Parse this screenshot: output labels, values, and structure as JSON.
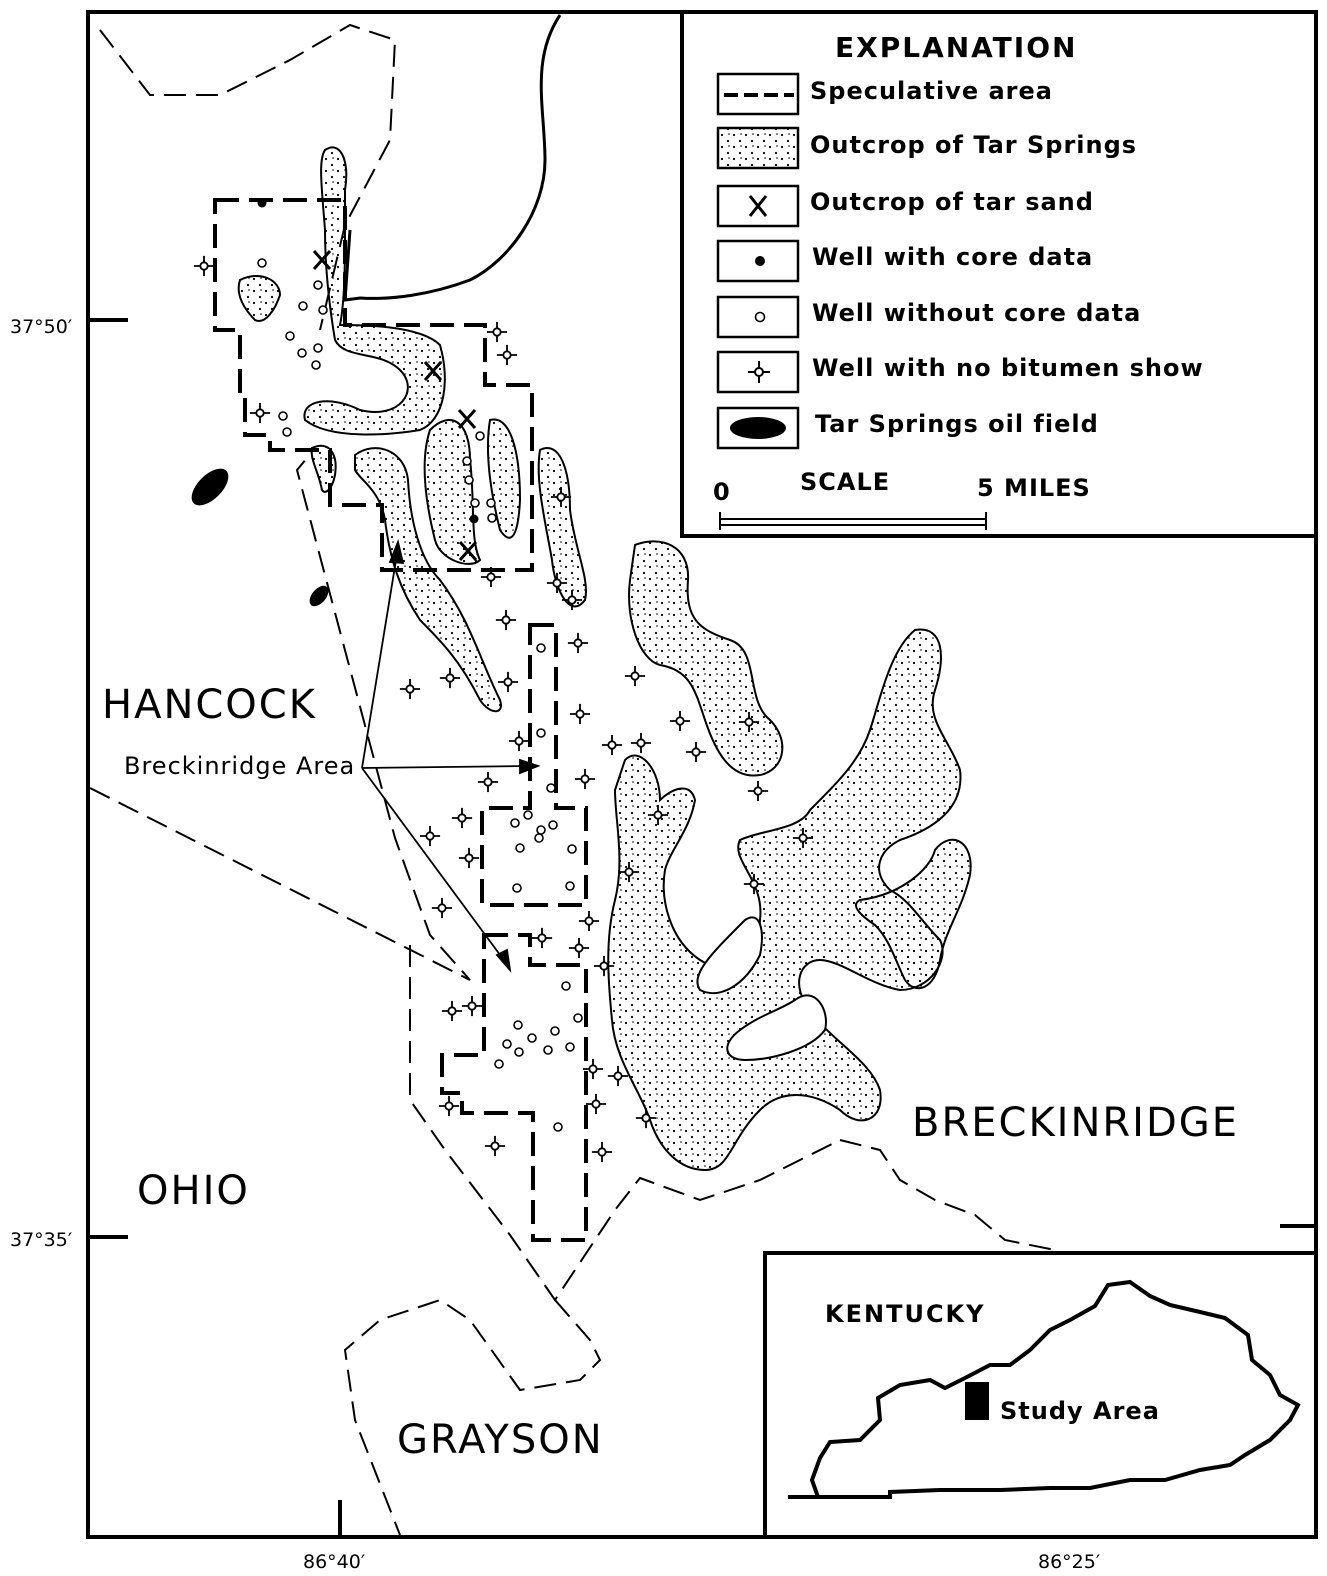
{
  "legend": {
    "title": "EXPLANATION",
    "items": [
      {
        "label": "Speculative area",
        "symbol": "dashed-line-icon"
      },
      {
        "label": "Outcrop of Tar Springs",
        "symbol": "stipple-pattern-icon"
      },
      {
        "label": "Outcrop of tar sand",
        "symbol": "x-mark-icon"
      },
      {
        "label": "Well with core data",
        "symbol": "filled-dot-icon"
      },
      {
        "label": "Well without core data",
        "symbol": "open-circle-icon"
      },
      {
        "label": "Well with no bitumen show",
        "symbol": "dry-well-icon"
      },
      {
        "label": "Tar Springs oil field",
        "symbol": "filled-ellipse-icon"
      }
    ],
    "scale": {
      "title": "SCALE",
      "start": "0",
      "end": "5 MILES"
    }
  },
  "counties": {
    "hancock": "HANCOCK",
    "breckinridge": "BRECKINRIDGE",
    "ohio": "OHIO",
    "grayson": "GRAYSON"
  },
  "annotation": "Breckinridge Area",
  "coordinates": {
    "lat_north": "37°50′",
    "lat_south": "37°35′",
    "lon_west": "86°40′",
    "lon_east": "86°25′"
  },
  "inset": {
    "state": "KENTUCKY",
    "label": "Study Area"
  },
  "colors": {
    "ink": "#000000",
    "paper": "#ffffff"
  }
}
